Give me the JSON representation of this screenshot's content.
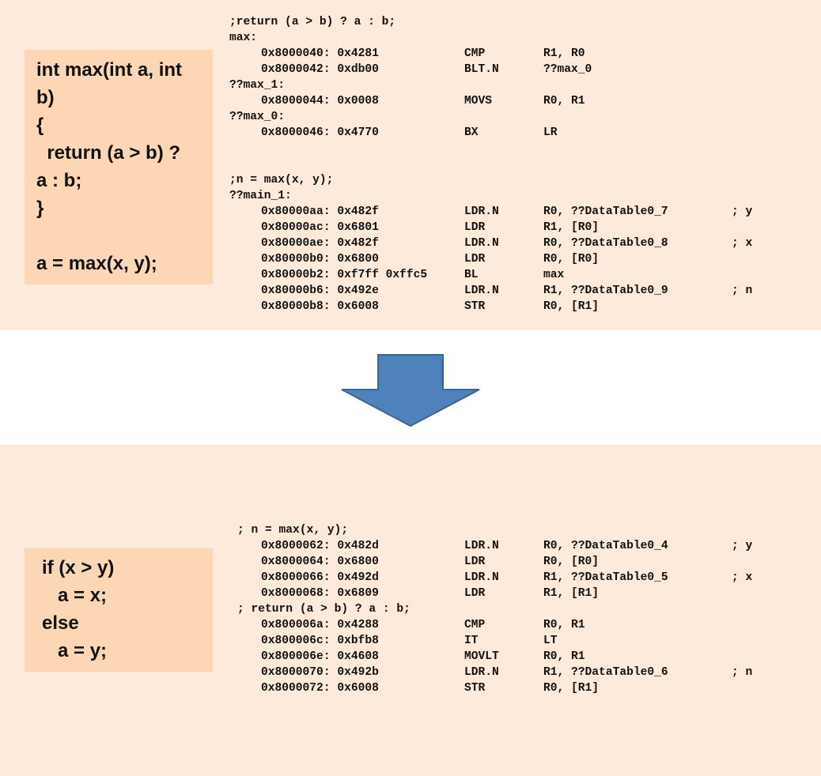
{
  "colors": {
    "panel_bg": "#fdeadb",
    "source_box_bg": "#fdd7b5",
    "arrow_fill": "#4f81bd",
    "arrow_stroke": "#3a6696"
  },
  "top": {
    "source_lines": [
      "int max(int a, int",
      "b)",
      "{",
      "  return (a > b) ?",
      "a : b;",
      "}",
      "",
      "a = max(x, y);"
    ],
    "asm_lines": [
      {
        "kind": "comment",
        "text": ";return (a > b) ? a : b;"
      },
      {
        "kind": "label",
        "text": "max:"
      },
      {
        "kind": "instr",
        "addr": "0x8000040: 0x4281",
        "op": "CMP",
        "args": "R1, R0",
        "note": ""
      },
      {
        "kind": "instr",
        "addr": "0x8000042: 0xdb00",
        "op": "BLT.N",
        "args": "??max_0",
        "note": ""
      },
      {
        "kind": "label",
        "text": "??max_1:"
      },
      {
        "kind": "instr",
        "addr": "0x8000044: 0x0008",
        "op": "MOVS",
        "args": "R0, R1",
        "note": ""
      },
      {
        "kind": "label",
        "text": "??max_0:"
      },
      {
        "kind": "instr",
        "addr": "0x8000046: 0x4770",
        "op": "BX",
        "args": "LR",
        "note": ""
      },
      {
        "kind": "blank",
        "text": ""
      },
      {
        "kind": "blank",
        "text": ""
      },
      {
        "kind": "comment",
        "text": ";n = max(x, y);"
      },
      {
        "kind": "label",
        "text": "??main_1:"
      },
      {
        "kind": "instr",
        "addr": "0x80000aa: 0x482f",
        "op": "LDR.N",
        "args": "R0, ??DataTable0_7",
        "note": "; y"
      },
      {
        "kind": "instr",
        "addr": "0x80000ac: 0x6801",
        "op": "LDR",
        "args": "R1, [R0]",
        "note": ""
      },
      {
        "kind": "instr",
        "addr": "0x80000ae: 0x482f",
        "op": "LDR.N",
        "args": "R0, ??DataTable0_8",
        "note": "; x"
      },
      {
        "kind": "instr",
        "addr": "0x80000b0: 0x6800",
        "op": "LDR",
        "args": "R0, [R0]",
        "note": ""
      },
      {
        "kind": "instr",
        "addr": "0x80000b2: 0xf7ff 0xffc5",
        "op": "BL",
        "args": "max",
        "note": ""
      },
      {
        "kind": "instr",
        "addr": "0x80000b6: 0x492e",
        "op": "LDR.N",
        "args": "R1, ??DataTable0_9",
        "note": "; n"
      },
      {
        "kind": "instr",
        "addr": "0x80000b8: 0x6008",
        "op": "STR",
        "args": "R0, [R1]",
        "note": ""
      }
    ]
  },
  "bottom": {
    "source_lines": [
      "if (x > y)",
      "   a = x;",
      "else",
      "   a = y;"
    ],
    "asm_lines": [
      {
        "kind": "comment2",
        "text": "; n = max(x, y);"
      },
      {
        "kind": "instr",
        "addr": "0x8000062: 0x482d",
        "op": "LDR.N",
        "args": "R0, ??DataTable0_4",
        "note": "; y"
      },
      {
        "kind": "instr",
        "addr": "0x8000064: 0x6800",
        "op": "LDR",
        "args": "R0, [R0]",
        "note": ""
      },
      {
        "kind": "instr",
        "addr": "0x8000066: 0x492d",
        "op": "LDR.N",
        "args": "R1, ??DataTable0_5",
        "note": "; x"
      },
      {
        "kind": "instr",
        "addr": "0x8000068: 0x6809",
        "op": "LDR",
        "args": "R1, [R1]",
        "note": ""
      },
      {
        "kind": "comment2",
        "text": "; return (a > b) ? a : b;"
      },
      {
        "kind": "instr",
        "addr": "0x800006a: 0x4288",
        "op": "CMP",
        "args": "R0, R1",
        "note": ""
      },
      {
        "kind": "instr",
        "addr": "0x800006c: 0xbfb8",
        "op": "IT",
        "args": "LT",
        "note": ""
      },
      {
        "kind": "instr",
        "addr": "0x800006e: 0x4608",
        "op": "MOVLT",
        "args": "R0, R1",
        "note": ""
      },
      {
        "kind": "instr",
        "addr": "0x8000070: 0x492b",
        "op": "LDR.N",
        "args": "R1, ??DataTable0_6",
        "note": "; n"
      },
      {
        "kind": "instr",
        "addr": "0x8000072: 0x6008",
        "op": "STR",
        "args": "R0, [R1]",
        "note": ""
      }
    ]
  },
  "arrow": {
    "icon": "down-arrow-icon"
  }
}
